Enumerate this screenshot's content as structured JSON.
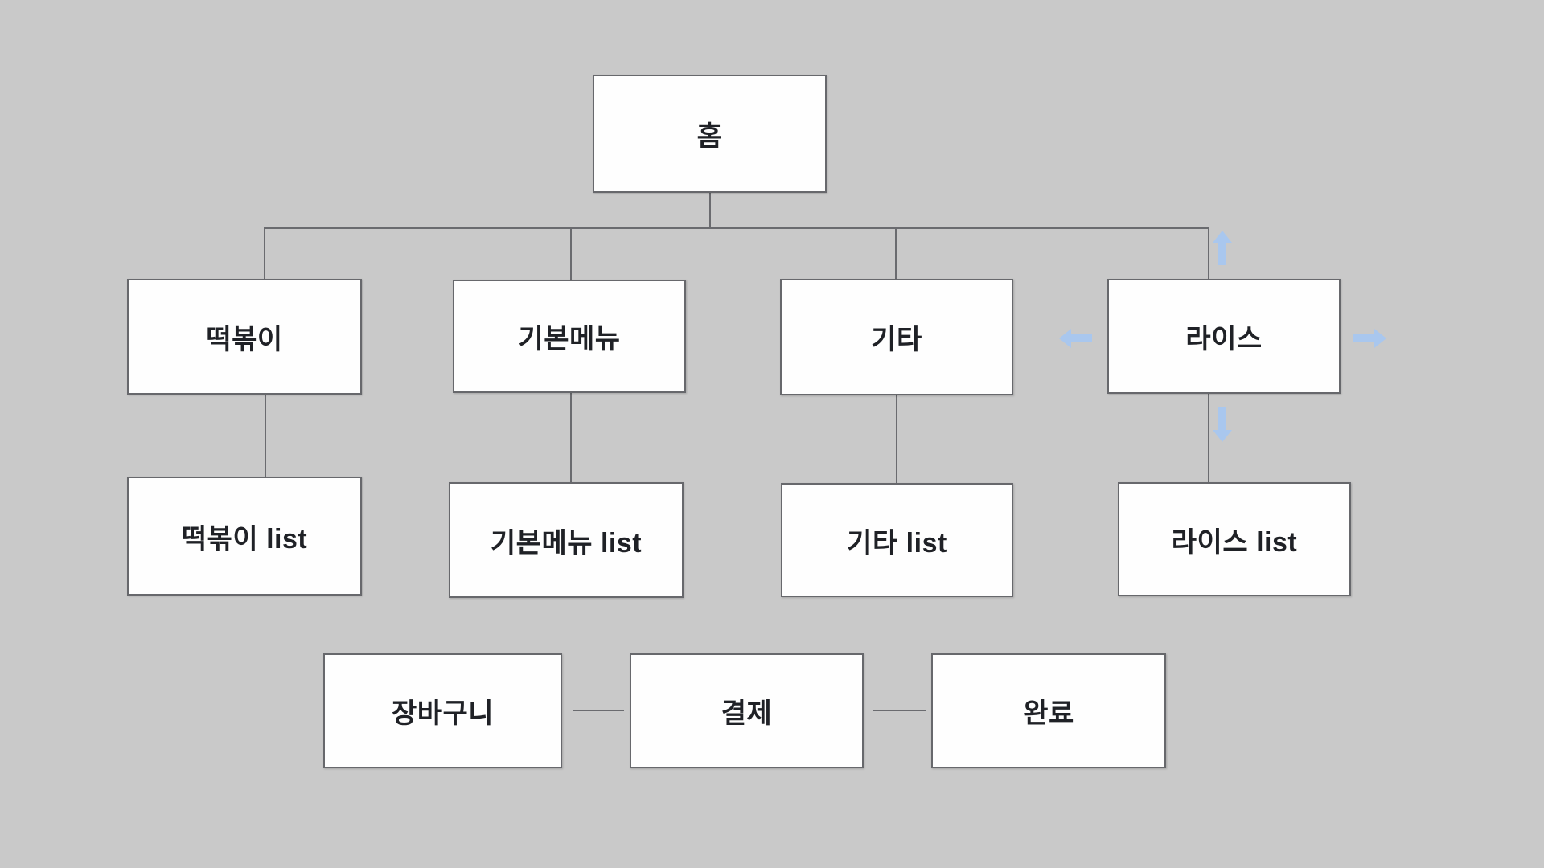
{
  "diagram": {
    "type": "sitemap-flowchart",
    "colors": {
      "canvas_background": "#c9c9c9",
      "node_fill": "#fefefe",
      "node_border": "#67686c",
      "node_text": "#1f2126",
      "connector": "#6a6b6f",
      "direction_arrow": "#a9c7ee"
    },
    "nodes": {
      "home": "홈",
      "tteokbokki": "떡볶이",
      "basic_menu": "기본메뉴",
      "etc": "기타",
      "rice": "라이스",
      "tteokbokki_list": "떡볶이 list",
      "basic_menu_list": "기본메뉴 list",
      "etc_list": "기타 list",
      "rice_list": "라이스 list",
      "cart": "장바구니",
      "payment": "결제",
      "complete": "완료"
    },
    "edges": [
      {
        "from": "home",
        "to": "tteokbokki"
      },
      {
        "from": "home",
        "to": "basic_menu"
      },
      {
        "from": "home",
        "to": "etc"
      },
      {
        "from": "home",
        "to": "rice"
      },
      {
        "from": "tteokbokki",
        "to": "tteokbokki_list"
      },
      {
        "from": "basic_menu",
        "to": "basic_menu_list"
      },
      {
        "from": "etc",
        "to": "etc_list"
      },
      {
        "from": "rice",
        "to": "rice_list"
      },
      {
        "from": "cart",
        "to": "payment"
      },
      {
        "from": "payment",
        "to": "complete"
      }
    ],
    "selection": {
      "hovered_node": "rice",
      "direction_arrow_icons": [
        "arrow-up-icon",
        "arrow-down-icon",
        "arrow-left-icon",
        "arrow-right-icon"
      ]
    }
  }
}
